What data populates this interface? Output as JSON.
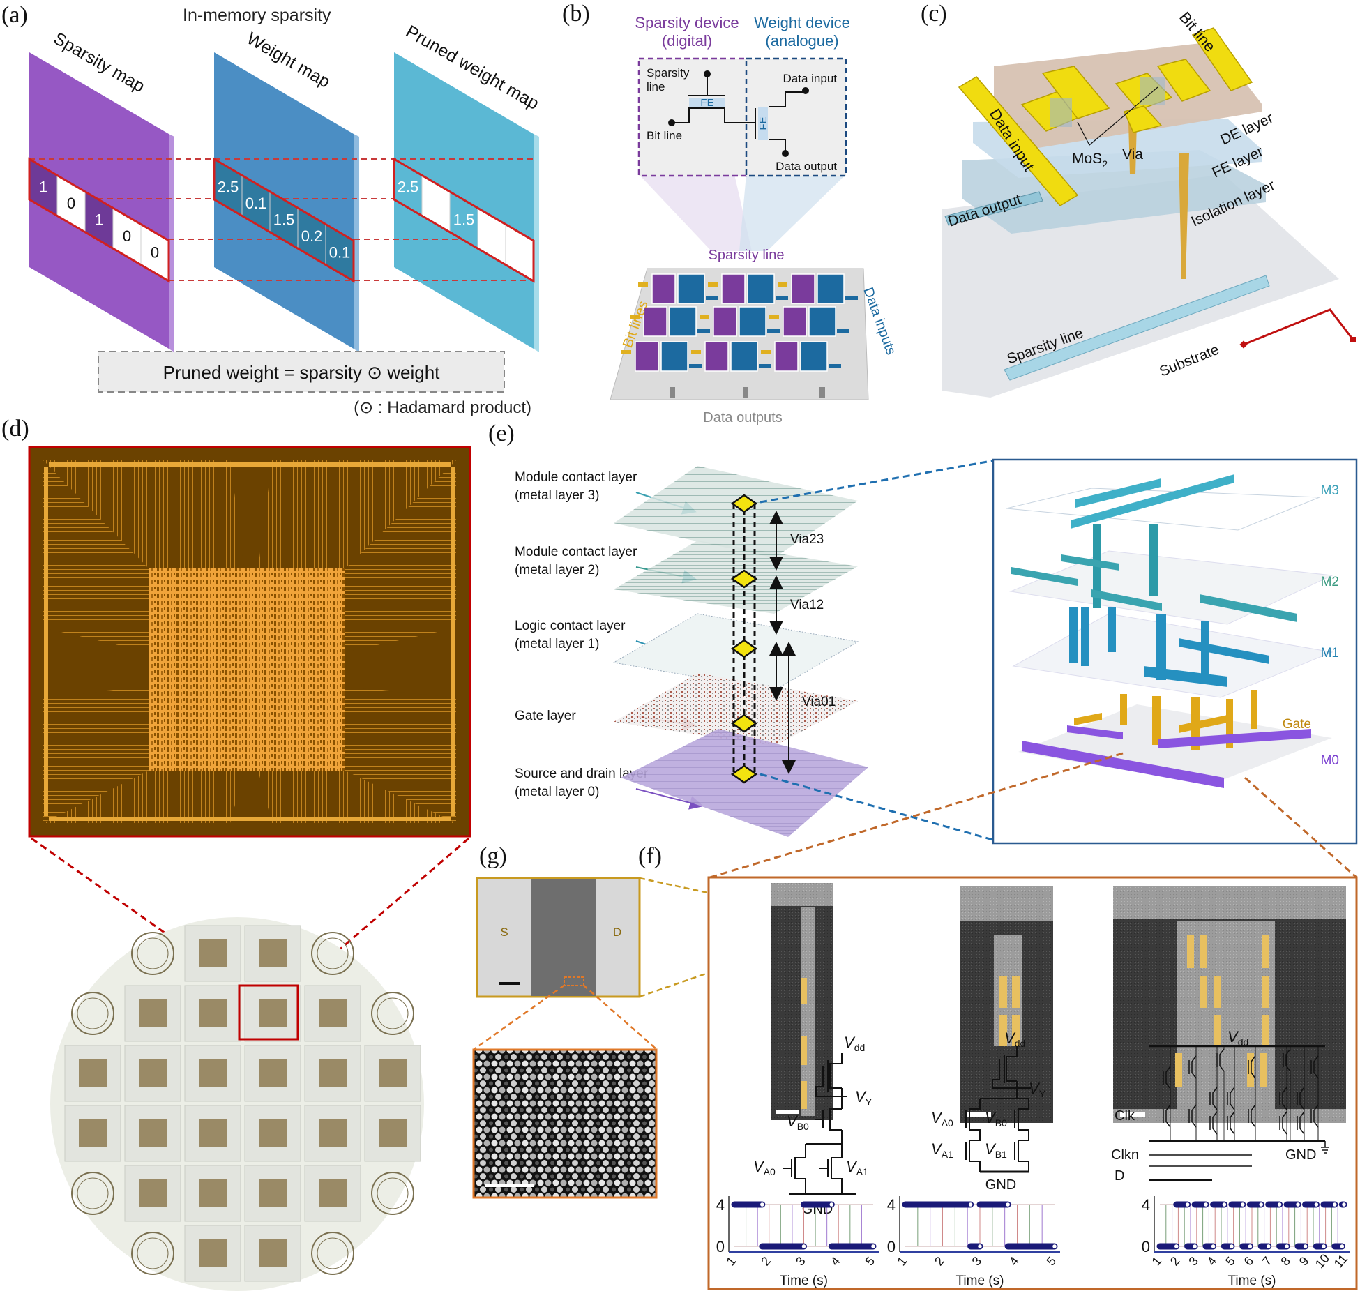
{
  "panels": {
    "a": {
      "label": "(a)",
      "title": "In-memory sparsity",
      "maps": [
        {
          "name": "Sparsity map",
          "color": "#9257c0",
          "cells": [
            "1",
            "0",
            "1",
            "0",
            "0"
          ],
          "cell_states": [
            "filled",
            "empty",
            "filled",
            "empty",
            "empty"
          ]
        },
        {
          "name": "Weight map",
          "color": "#4a8ec4",
          "cells": [
            "2.5",
            "0.1",
            "1.5",
            "0.2",
            "0.1"
          ],
          "cell_states": [
            "filled",
            "filled",
            "filled",
            "filled",
            "filled"
          ]
        },
        {
          "name": "Pruned weight map",
          "color": "#5bb8d4",
          "cells": [
            "2.5",
            "",
            "1.5",
            "",
            ""
          ],
          "cell_states": [
            "filled",
            "empty",
            "filled",
            "empty",
            "empty"
          ]
        }
      ],
      "equation": "Pruned weight = sparsity ⊙ weight",
      "footnote": "(⊙ : Hadamard product)"
    },
    "b": {
      "label": "(b)",
      "sparsity_device_title": [
        "Sparsity device",
        "(digital)"
      ],
      "weight_device_title": [
        "Weight device",
        "(analogue)"
      ],
      "sparsity_line_label": [
        "Sparsity",
        "line"
      ],
      "bit_line_label": "Bit line",
      "fe_label": "FE",
      "data_input_label": "Data input",
      "data_output_label": "Data output",
      "array_sparsity_line": "Sparsity line",
      "array_bit_lines": "Bit lines",
      "array_data_inputs": "Data inputs",
      "array_data_outputs": "Data outputs",
      "colors": {
        "sparsity": "#7a3b9c",
        "weight": "#1c6aa0",
        "bitline": "#e0b020"
      }
    },
    "c": {
      "label": "(c)",
      "labels": {
        "bit_line": "Bit line",
        "data_input": "Data input",
        "mos2": "MoS",
        "mos2_sub": "2",
        "via": "Via",
        "de_layer": "DE layer",
        "fe_layer": "FE layer",
        "isolation_layer": "Isolation layer",
        "data_output": "Data output",
        "sparsity_line": "Sparsity line",
        "substrate": "Substrate"
      }
    },
    "d": {
      "label": "(d)"
    },
    "e": {
      "label": "(e)",
      "layers": [
        {
          "name": "Module contact layer",
          "sub": "(metal layer 3)",
          "arrow_color": "#3aa0b0"
        },
        {
          "name": "Module contact layer",
          "sub": "(metal layer 2)",
          "arrow_color": "#3a9a90"
        },
        {
          "name": "Logic contact layer",
          "sub": "(metal layer 1)",
          "arrow_color": "#2a90b0"
        },
        {
          "name": "Gate layer",
          "sub": "",
          "arrow_color": "#a02020"
        },
        {
          "name": "Source and drain layer",
          "sub": "(metal layer 0)",
          "arrow_color": "#7a50c0"
        }
      ],
      "vias": [
        "Via23",
        "Via12",
        "Via01"
      ],
      "stack_labels": {
        "m3": "M3",
        "m2": "M2",
        "m1": "M1",
        "gate": "Gate",
        "m0": "M0"
      }
    },
    "f": {
      "label": "(f)",
      "circuits": [
        {
          "type": "nand-like",
          "labels": {
            "vdd": "V",
            "vdd_sub": "dd",
            "vy": "V",
            "vy_sub": "Y",
            "vb0": "V",
            "vb0_sub": "B0",
            "va0": "V",
            "va0_sub": "A0",
            "va1": "V",
            "va1_sub": "A1",
            "gnd": "GND"
          }
        },
        {
          "type": "aoi",
          "labels": {
            "vdd": "V",
            "vdd_sub": "dd",
            "vy": "V",
            "vy_sub": "Y",
            "va0": "V",
            "va0_sub": "A0",
            "vb0": "V",
            "vb0_sub": "B0",
            "va1": "V",
            "va1_sub": "A1",
            "vb1": "V",
            "vb1_sub": "B1",
            "gnd": "GND"
          }
        },
        {
          "type": "dff",
          "labels": {
            "vdd": "V",
            "vdd_sub": "dd",
            "clk": "Clk",
            "clkn": "Clkn",
            "d": "D",
            "gnd": "GND"
          }
        }
      ]
    },
    "g": {
      "label": "(g)",
      "source": "S",
      "drain": "D"
    }
  },
  "chart_data": [
    {
      "type": "line",
      "title": "",
      "xlabel": "Time (s)",
      "ylabel": "",
      "x_ticks": [
        "1",
        "2",
        "3",
        "4",
        "5"
      ],
      "y_ticks": [
        "0",
        "4"
      ],
      "xlim": [
        1,
        5
      ],
      "ylim": [
        0,
        4
      ],
      "series": [
        {
          "name": "output",
          "segments": [
            [
              1.0,
              1.8,
              4
            ],
            [
              1.8,
              3.0,
              0
            ],
            [
              3.0,
              3.8,
              4
            ],
            [
              3.8,
              5.0,
              0
            ]
          ]
        }
      ]
    },
    {
      "type": "line",
      "title": "",
      "xlabel": "Time (s)",
      "ylabel": "",
      "x_ticks": [
        "1",
        "2",
        "3",
        "4",
        "5"
      ],
      "y_ticks": [
        "0",
        "4"
      ],
      "xlim": [
        1,
        5
      ],
      "ylim": [
        0,
        4
      ],
      "series": [
        {
          "name": "output",
          "segments": [
            [
              1.0,
              2.75,
              4
            ],
            [
              2.75,
              3.0,
              0
            ],
            [
              3.0,
              3.75,
              4
            ],
            [
              3.75,
              5.0,
              0
            ]
          ]
        }
      ]
    },
    {
      "type": "line",
      "title": "",
      "xlabel": "Time (s)",
      "ylabel": "",
      "x_ticks": [
        "1",
        "2",
        "3",
        "4",
        "5",
        "6",
        "7",
        "8",
        "9",
        "10",
        "11"
      ],
      "y_ticks": [
        "0",
        "4"
      ],
      "xlim": [
        1,
        11
      ],
      "ylim": [
        0,
        4
      ],
      "series": [
        {
          "name": "output",
          "segments": [
            [
              1.0,
              1.9,
              0
            ],
            [
              1.9,
              2.5,
              4
            ],
            [
              2.5,
              2.9,
              0
            ],
            [
              2.9,
              3.5,
              4
            ],
            [
              3.5,
              3.9,
              0
            ],
            [
              3.9,
              4.5,
              4
            ],
            [
              4.5,
              4.9,
              0
            ],
            [
              4.9,
              5.5,
              4
            ],
            [
              5.5,
              5.9,
              0
            ],
            [
              5.9,
              6.5,
              4
            ],
            [
              6.5,
              6.9,
              0
            ],
            [
              6.9,
              7.5,
              4
            ],
            [
              7.5,
              7.9,
              0
            ],
            [
              7.9,
              8.5,
              4
            ],
            [
              8.5,
              8.9,
              0
            ],
            [
              8.9,
              9.5,
              4
            ],
            [
              9.5,
              9.9,
              0
            ],
            [
              9.9,
              10.5,
              4
            ],
            [
              10.5,
              10.9,
              0
            ],
            [
              10.9,
              11.0,
              4
            ]
          ]
        }
      ]
    }
  ]
}
